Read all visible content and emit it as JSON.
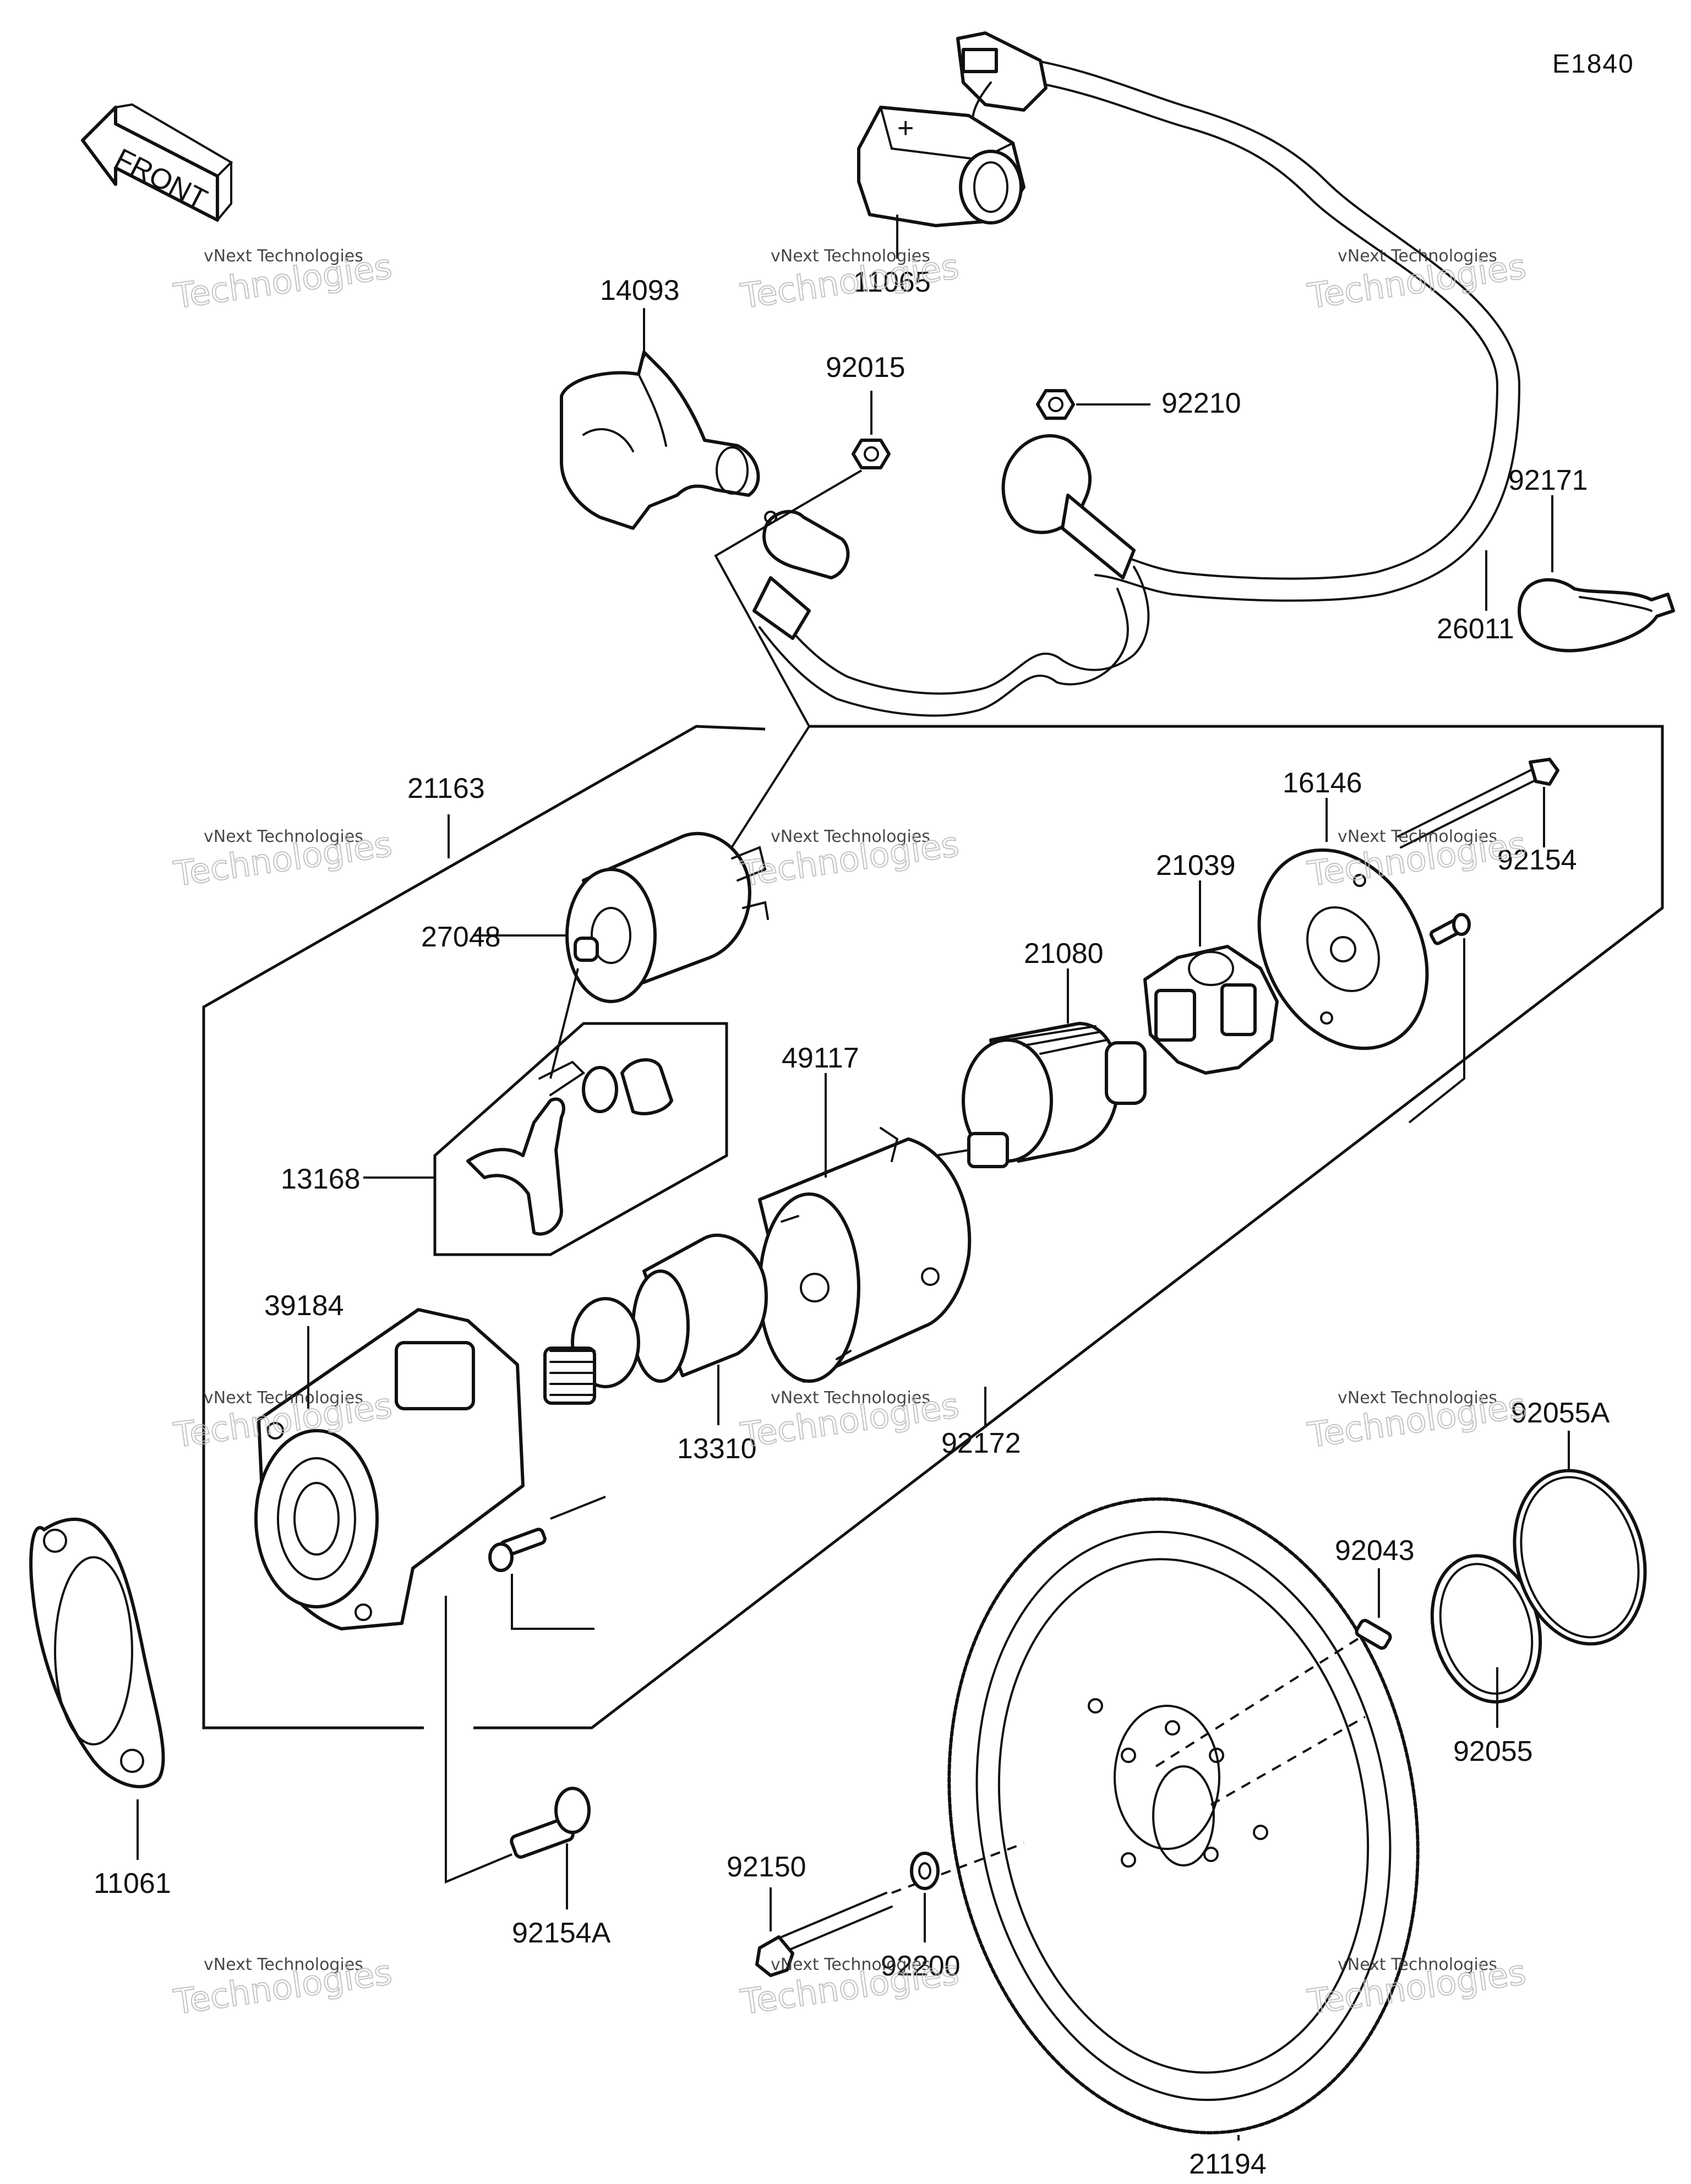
{
  "diagram_code": "E1840",
  "front_label": "FRONT",
  "watermark": {
    "line1": "vNext Technologies",
    "line2": "Technologies"
  },
  "parts": [
    {
      "id": "p11065",
      "number": "11065"
    },
    {
      "id": "p14093",
      "number": "14093"
    },
    {
      "id": "p92015",
      "number": "92015"
    },
    {
      "id": "p92210",
      "number": "92210"
    },
    {
      "id": "p92171",
      "number": "92171"
    },
    {
      "id": "p26011",
      "number": "26011"
    },
    {
      "id": "p21163",
      "number": "21163"
    },
    {
      "id": "p27048",
      "number": "27048"
    },
    {
      "id": "p16146",
      "number": "16146"
    },
    {
      "id": "p92154",
      "number": "92154"
    },
    {
      "id": "p21039",
      "number": "21039"
    },
    {
      "id": "p21080",
      "number": "21080"
    },
    {
      "id": "p49117",
      "number": "49117"
    },
    {
      "id": "p13168",
      "number": "13168"
    },
    {
      "id": "p39184",
      "number": "39184"
    },
    {
      "id": "p13310",
      "number": "13310"
    },
    {
      "id": "p92172",
      "number": "92172"
    },
    {
      "id": "p92055A",
      "number": "92055A"
    },
    {
      "id": "p92043",
      "number": "92043"
    },
    {
      "id": "p92055",
      "number": "92055"
    },
    {
      "id": "p11061",
      "number": "11061"
    },
    {
      "id": "p92150",
      "number": "92150"
    },
    {
      "id": "p92200",
      "number": "92200"
    },
    {
      "id": "p92154A",
      "number": "92154A"
    },
    {
      "id": "p21194",
      "number": "21194"
    }
  ]
}
